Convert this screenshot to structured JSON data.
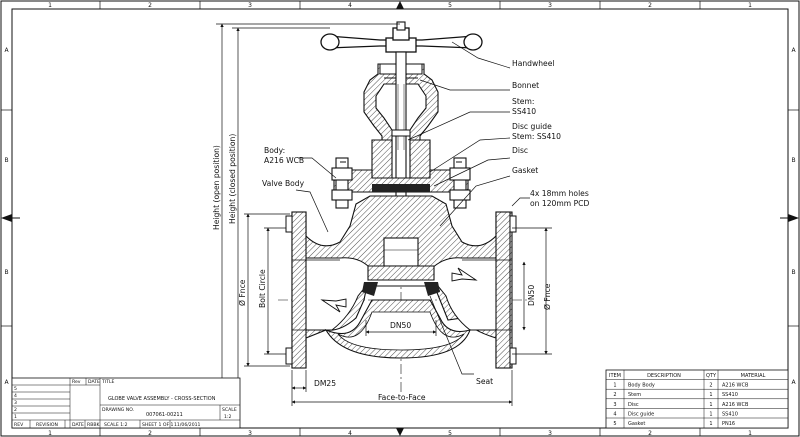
{
  "drawing": {
    "border_columns_top": [
      "1",
      "2",
      "3",
      "4",
      "5",
      "3",
      "2",
      "1"
    ],
    "border_columns_bottom": [
      "1",
      "2",
      "3",
      "4",
      "5",
      "3",
      "2",
      "1"
    ],
    "border_rows_left": [
      "A",
      "B",
      "B",
      "A"
    ],
    "border_rows_right": [
      "A",
      "B",
      "B",
      "A"
    ]
  },
  "labels": {
    "handwheel": "Handwheel",
    "bonnet": "Bonnet",
    "stem_label": "Stem:",
    "stem_material": "SS410",
    "disc_guide": "Disc guide",
    "stem2": "Stem: SS410",
    "disc": "Disc",
    "gasket": "Gasket",
    "holes_line1": "4x 18mm holes",
    "holes_line2": "on 120mm PCD",
    "body_label": "Body:",
    "body_material": "A216 WCB",
    "valve_body": "Valve Body",
    "seat": "Seat"
  },
  "dimensions": {
    "height_open": "Height (open position)",
    "height_closed": "Height (closed position)",
    "flange_dia_left": "Ø Fnce",
    "bolt_circle": "Bolt Circle",
    "dn50_center": "DN50",
    "dn50_right": "DN50",
    "flange_dia_right": "Ø Fnce",
    "dm25": "DM25",
    "face_to_face": "Face-to-Face"
  },
  "title_block": {
    "h_rev": "Rev",
    "h_date": "DATE",
    "h_title": "TITLE",
    "rows": [
      "5",
      "4",
      "3",
      "2",
      "1"
    ],
    "title": "GLOBE VALVE ASSEMBLY - CROSS-SECTION",
    "drawing_no_label": "DRAWING NO.",
    "drawing_no": "007061-00211",
    "scale_label": "SCALE",
    "scale_value": "1:2",
    "f_rev": "REV",
    "f_revision": "REVISION",
    "f_date": "DATE",
    "f_rbbk": "RBBK",
    "f_scale": "SCALE 1:2",
    "f_sheet": "SHEET 1 OF 1",
    "f_date_value": "11/06/2011"
  },
  "bom": {
    "headers": [
      "ITEM",
      "DESCRIPTION",
      "QTY",
      "MATERIAL"
    ],
    "rows": [
      [
        "1",
        "Body Body",
        "2",
        "A216 WCB"
      ],
      [
        "2",
        "Stem",
        "1",
        "SS410"
      ],
      [
        "3",
        "Disc",
        "1",
        "A216 WCB"
      ],
      [
        "4",
        "Disc guide",
        "1",
        "SS410"
      ],
      [
        "5",
        "Gasket",
        "1",
        "PN16"
      ]
    ]
  }
}
